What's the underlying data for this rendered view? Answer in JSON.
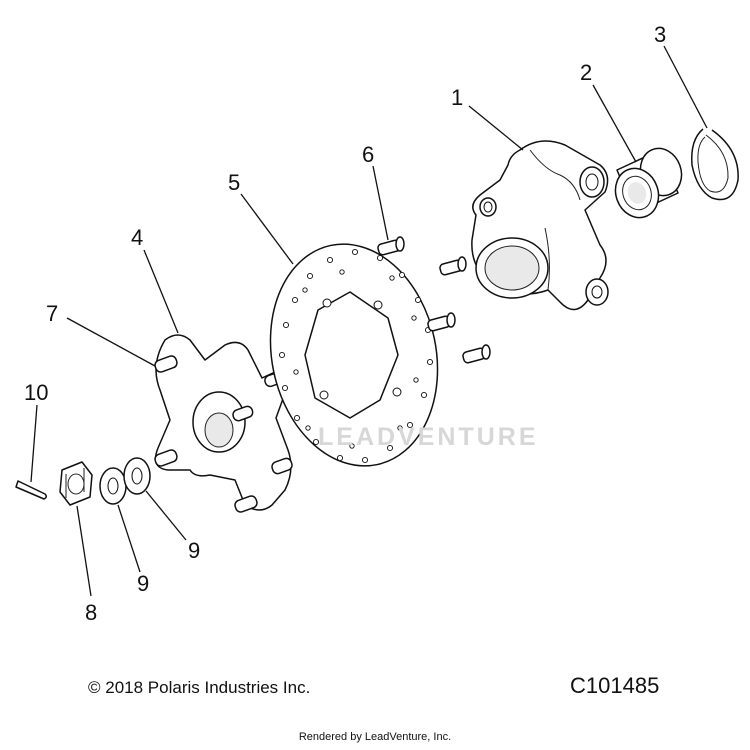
{
  "callouts": [
    {
      "num": "1"
    },
    {
      "num": "2"
    },
    {
      "num": "3"
    },
    {
      "num": "4"
    },
    {
      "num": "5"
    },
    {
      "num": "6"
    },
    {
      "num": "7"
    },
    {
      "num": "8"
    },
    {
      "num": "9"
    },
    {
      "num": "9"
    },
    {
      "num": "10"
    }
  ],
  "footer": {
    "copyright": "© 2018 Polaris Industries Inc.",
    "code": "C101485",
    "rendered_by": "Rendered by LeadVenture, Inc."
  },
  "watermark": {
    "text": "LEADVENTURE"
  }
}
